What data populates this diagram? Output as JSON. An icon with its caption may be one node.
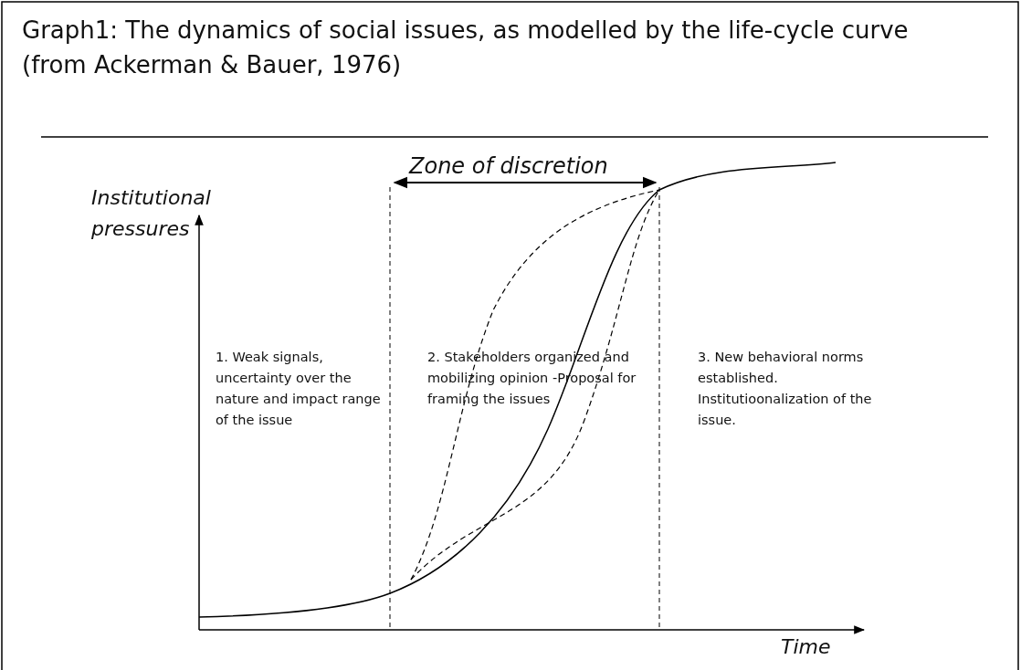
{
  "diagram": {
    "title": "Graph1: The dynamics of social issues, as modelled by the life-cycle curve (from Ackerman & Bauer, 1976)",
    "labels": [
      "Institutional pressures",
      "Zone of discretion",
      "1. Weak signals, uncertainty over the nature and impact range of the issue",
      "2. Stakeholders organized and mobilizing opinion -Proposal for framing the issues",
      "3. New behavioral norms established. Institutioonalization of the issue.",
      "Time"
    ]
  }
}
